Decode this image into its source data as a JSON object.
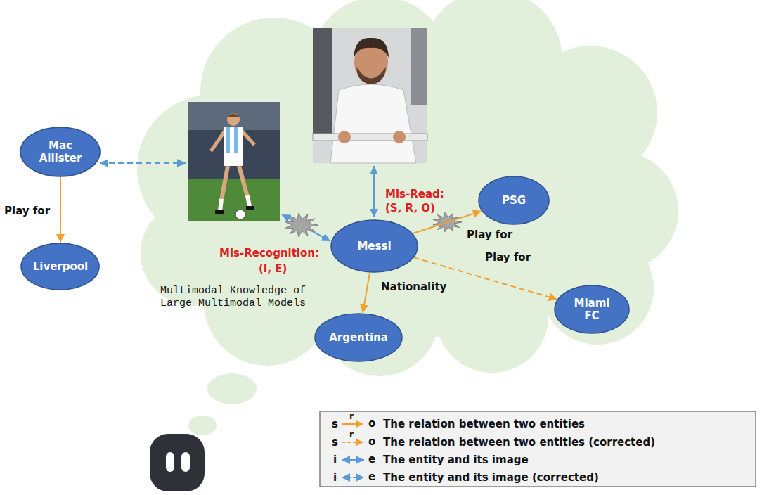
{
  "diagram": {
    "nodes": [
      {
        "text": [
          "Mac Allister"
        ]
      },
      {
        "text": [
          "Liverpool"
        ]
      },
      {
        "text": [
          "PSG"
        ]
      },
      {
        "text": [
          "Messi"
        ]
      },
      {
        "text": [
          "Miami FC"
        ]
      },
      {
        "text": [
          "Argentina"
        ]
      }
    ],
    "edges": [
      {
        "from": 0,
        "to": 1,
        "arrow": "to",
        "label": "Play for"
      },
      {
        "from": 3,
        "to": 2,
        "arrow": "to",
        "label": "Play for"
      },
      {
        "from": 3,
        "to": 5,
        "arrow": "to",
        "label": "Nationality"
      },
      {
        "from": 3,
        "to": 4,
        "arrow": "to",
        "label": "Play for"
      }
    ],
    "labels": [
      "Mis-Read:",
      "(S, R, O)",
      "Mis-Recognition:",
      "(I, E)",
      "Multimodal Knowledge of Large Multimodal Models",
      "s",
      "r",
      "o",
      "s",
      "r",
      "o",
      "i",
      "e",
      "i",
      "e"
    ],
    "legend": [
      {
        "text": "The relation between two entities"
      },
      {
        "text": "The relation between two entities (corrected)"
      },
      {
        "text": "The entity and its image"
      },
      {
        "text": "The entity and its image (corrected)"
      }
    ]
  }
}
